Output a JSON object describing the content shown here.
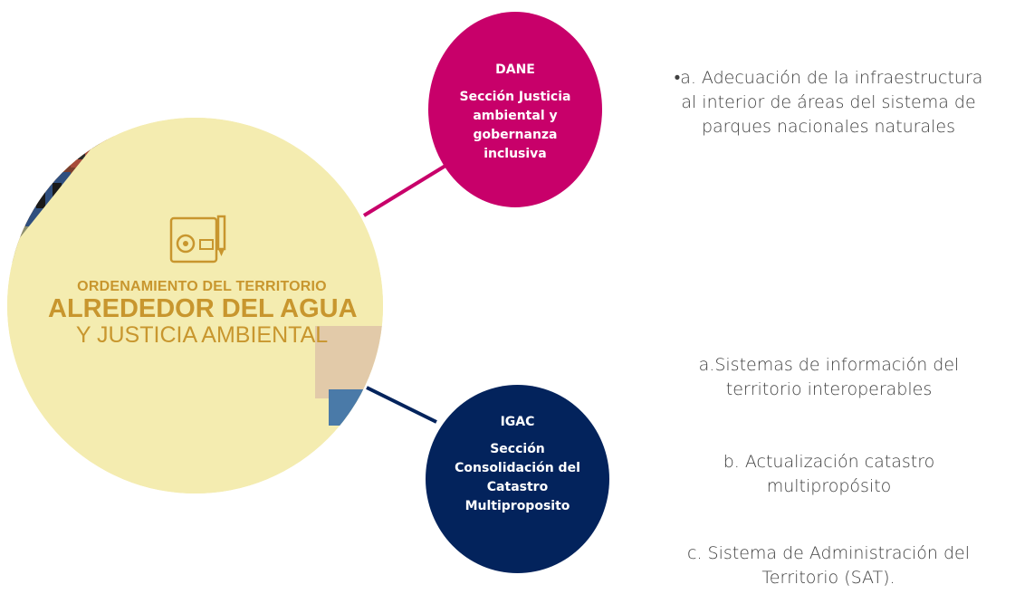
{
  "hub": {
    "title_line1": "ORDENAMIENTO DEL TERRITORIO",
    "title_line2": "ALREDEDOR DEL AGUA",
    "title_line3": "Y JUSTICIA AMBIENTAL",
    "bg_color": "#f4ecb0",
    "text_color": "#c8962e",
    "icon": "blueprint-pencil-icon"
  },
  "nodes": [
    {
      "org": "DANE",
      "section": "Sección Justicia ambiental y gobernanza inclusiva",
      "color": "#c8006a",
      "items": [
        "•a. Adecuación de la infraestructura al interior de áreas del sistema de parques nacionales naturales"
      ]
    },
    {
      "org": "IGAC",
      "section": "Sección Consolidación del Catastro Multiproposito",
      "color": "#03235c",
      "items": [
        "a.Sistemas de información del territorio interoperables",
        "b. Actualización catastro multipropósito",
        "c. Sistema de Administración del Territorio (SAT)."
      ]
    }
  ]
}
